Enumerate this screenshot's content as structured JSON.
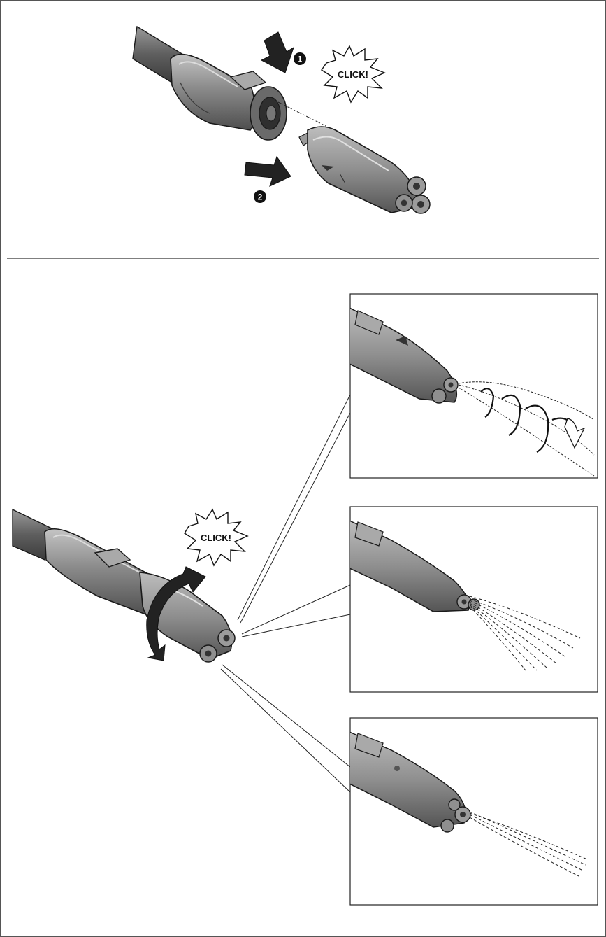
{
  "top_panel": {
    "step_1": "1",
    "step_2": "2",
    "click_label": "CLICK!"
  },
  "bottom_panel": {
    "click_label": "CLICK!",
    "insets": [
      {
        "spray_pattern": "rotating-spiral"
      },
      {
        "spray_pattern": "fan"
      },
      {
        "spray_pattern": "pencil-jet"
      }
    ]
  },
  "colors": {
    "hose": "#6e6e6e",
    "body": "#8c8c8c",
    "body_light": "#b5b5b5",
    "body_dark": "#4a4a4a",
    "arrow": "#222222",
    "outline": "#1a1a1a"
  }
}
